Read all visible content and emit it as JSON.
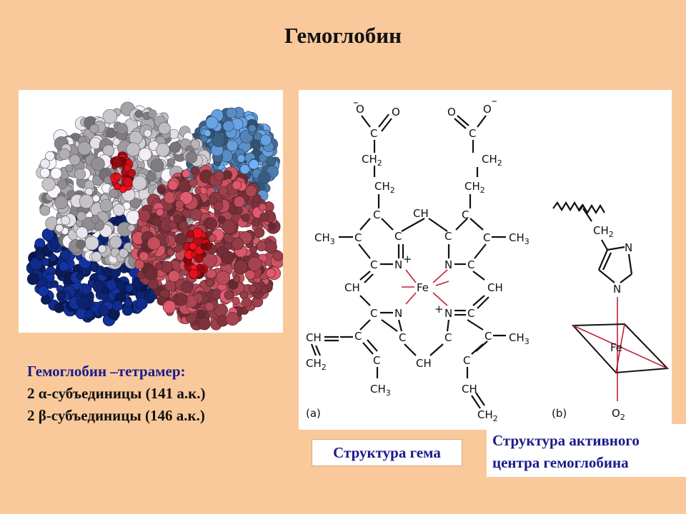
{
  "title": "Гемоглобин",
  "info": {
    "line1": "Гемоглобин –тетрамер:",
    "line2": "2  α-субъединицы (141 а.к.)",
    "line3": "2 β-субъединицы (146 а.к.)"
  },
  "captions": {
    "heme": "Структура гема",
    "active_line1": "Структура активного",
    "active_line2": "центра гемоглобина"
  },
  "diagram": {
    "panel_a": "(a)",
    "panel_b": "(b)",
    "atoms": {
      "fe": "Fe",
      "c": "C",
      "n": "N",
      "o": "O",
      "ch": "CH"
    }
  },
  "colors": {
    "background": "#f9c99b",
    "caption_text": "#1a1a8c",
    "heme_red": "#d0101a",
    "subunit_white": "#c9c6cc",
    "subunit_blue": "#5a8fc8",
    "subunit_navy": "#102a86",
    "subunit_red": "#b84a58"
  }
}
